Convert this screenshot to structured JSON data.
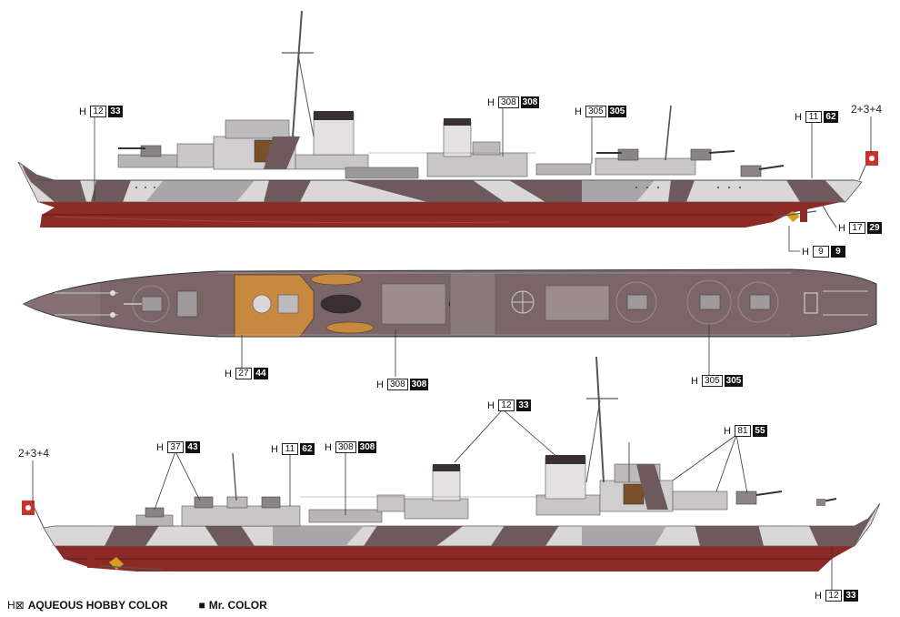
{
  "labels": {
    "top_h1233": {
      "prefix": "H",
      "aqueous": "12",
      "mr": "33"
    },
    "top_h308": {
      "prefix": "H",
      "aqueous": "308",
      "mr": "308"
    },
    "top_h305": {
      "prefix": "H",
      "aqueous": "305",
      "mr": "305"
    },
    "top_h1162": {
      "prefix": "H",
      "aqueous": "11",
      "mr": "62"
    },
    "top_h1729": {
      "prefix": "H",
      "aqueous": "17",
      "mr": "29"
    },
    "top_h99": {
      "prefix": "H",
      "aqueous": "9",
      "mr": "9"
    },
    "plan_h2744": {
      "prefix": "H",
      "aqueous": "27",
      "mr": "44"
    },
    "plan_h308": {
      "prefix": "H",
      "aqueous": "308",
      "mr": "308"
    },
    "plan_h305": {
      "prefix": "H",
      "aqueous": "305",
      "mr": "305"
    },
    "bot_h1233": {
      "prefix": "H",
      "aqueous": "12",
      "mr": "33"
    },
    "bot_h3743": {
      "prefix": "H",
      "aqueous": "37",
      "mr": "43"
    },
    "bot_h1162": {
      "prefix": "H",
      "aqueous": "11",
      "mr": "62"
    },
    "bot_h308": {
      "prefix": "H",
      "aqueous": "308",
      "mr": "308"
    },
    "bot_h8155": {
      "prefix": "H",
      "aqueous": "81",
      "mr": "55"
    },
    "bot_h1233b": {
      "prefix": "H",
      "aqueous": "12",
      "mr": "33"
    }
  },
  "codes": {
    "flag_top": "2+3+4",
    "flag_bottom": "2+3+4"
  },
  "legend": {
    "aqueous_symbol": "H⊠",
    "aqueous_label": "AQUEOUS HOBBY COLOR",
    "mr_symbol": "■",
    "mr_label": "Mr. COLOR"
  },
  "colors": {
    "hull_red": "#8c2a26",
    "hull_dark": "#6e5a5c",
    "light_grey": "#d9d7d8",
    "mid_grey": "#a9a5a8",
    "deck_brown": "#7a6668",
    "wood": "#c7893f",
    "flag_red": "#c8332e"
  }
}
